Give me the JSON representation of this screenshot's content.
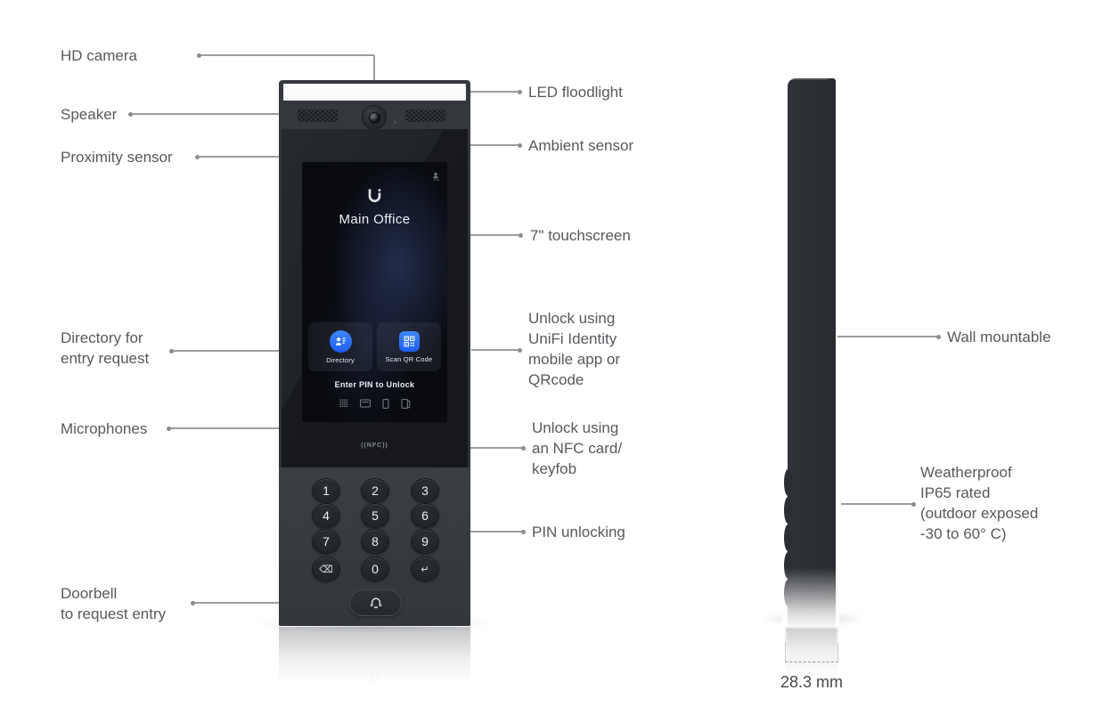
{
  "callouts": {
    "hd_camera": "HD camera",
    "speaker": "Speaker",
    "proximity_sensor": "Proximity sensor",
    "directory": "Directory for\nentry request",
    "microphones": "Microphones",
    "doorbell": "Doorbell\nto request entry",
    "led_floodlight": "LED floodlight",
    "ambient_sensor": "Ambient sensor",
    "touchscreen": "7\" touchscreen",
    "unlock_app": "Unlock using\nUniFi Identity\nmobile app or\nQRcode",
    "unlock_nfc": "Unlock using\nan NFC card/\nkeyfob",
    "pin_unlocking": "PIN unlocking",
    "wall_mountable": "Wall mountable",
    "weatherproof": "Weatherproof\nIP65 rated\n(outdoor exposed\n-30 to 60° C)"
  },
  "screen": {
    "site_name": "Main Office",
    "directory_button": "Directory",
    "scan_qr_button": "Scan QR Code",
    "pin_prompt": "Enter PIN to Unlock",
    "nfc_marking": "((NFC))"
  },
  "keypad": {
    "keys": [
      "1",
      "2",
      "3",
      "4",
      "5",
      "6",
      "7",
      "8",
      "9"
    ],
    "zero": "0",
    "backspace_icon": "⌫",
    "enter_icon": "↵"
  },
  "dimension": {
    "width_label": "28.3 mm"
  },
  "colors": {
    "accent_blue": "#2f6bf3",
    "device_body": "#2f3237",
    "label_text": "#56595d",
    "leader_line": "#9b9da0"
  }
}
